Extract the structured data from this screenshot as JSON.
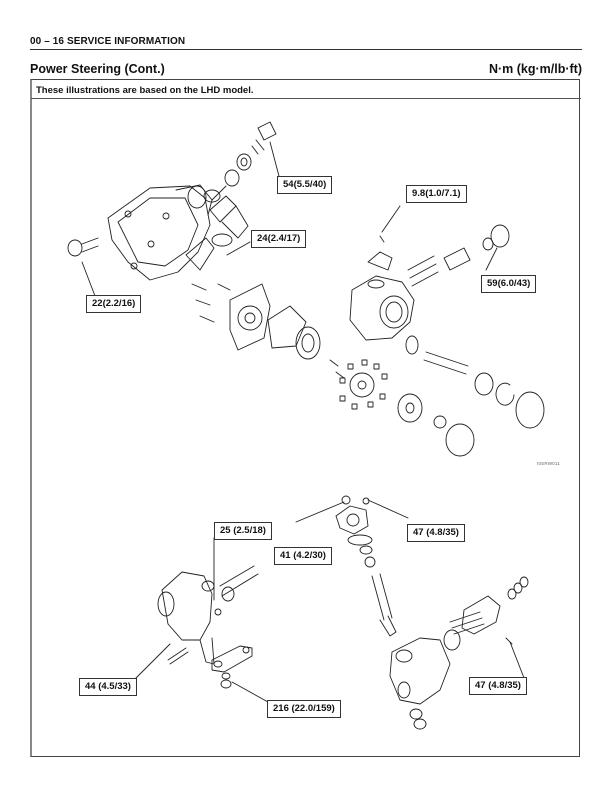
{
  "page_header": "00 – 16  SERVICE INFORMATION",
  "section_title": "Power Steering (Cont.)",
  "units_label": "N·m (kg·m/lb·ft)",
  "note": "These illustrations are based on the LHD model.",
  "figure_code": "I0SRW011",
  "pump_figure": {
    "callouts": [
      {
        "id": "bolt-top",
        "label": "54(5.5/40)"
      },
      {
        "id": "bracket-bolt",
        "label": "24(2.4/17)"
      },
      {
        "id": "mount-bolt",
        "label": "22(2.2/16)"
      },
      {
        "id": "small-bolt",
        "label": "9.8(1.0/7.1)"
      },
      {
        "id": "union-fitting",
        "label": "59(6.0/43)"
      }
    ]
  },
  "gear_figure": {
    "callouts": [
      {
        "id": "shaft-bolt",
        "label": "25 (2.5/18)"
      },
      {
        "id": "cover-nut",
        "label": "41 (4.2/30)"
      },
      {
        "id": "cover-bolt",
        "label": "47 (4.8/35)"
      },
      {
        "id": "mount-stud",
        "label": "44 (4.5/33)"
      },
      {
        "id": "pitman-nut",
        "label": "216 (22.0/159)"
      },
      {
        "id": "valve-bolt",
        "label": "47 (4.8/35)"
      }
    ]
  }
}
